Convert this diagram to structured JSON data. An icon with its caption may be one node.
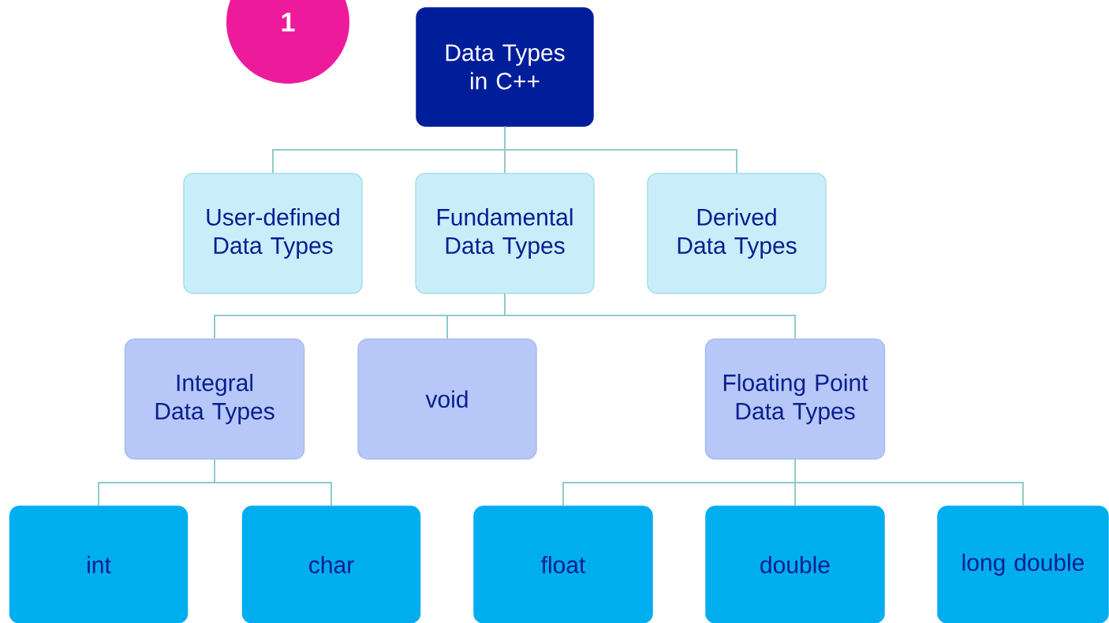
{
  "diagram": {
    "nodes": [
      {
        "text": [
          "Data Types in C++"
        ]
      },
      {
        "text": [
          "User-defined Data Types"
        ]
      },
      {
        "text": [
          "Fundamental Data Types"
        ]
      },
      {
        "text": [
          "Derived Data Types"
        ]
      },
      {
        "text": [
          "Integral Data Types"
        ]
      },
      {
        "text": [
          "void"
        ]
      },
      {
        "text": [
          "Floating Point Data Types"
        ]
      },
      {
        "text": [
          "int"
        ]
      },
      {
        "text": [
          "char"
        ]
      },
      {
        "text": [
          "float"
        ]
      },
      {
        "text": [
          "double"
        ]
      },
      {
        "text": [
          "long double"
        ]
      }
    ],
    "edges": [
      {
        "from": 0,
        "to": 1,
        "arrow": "none"
      },
      {
        "from": 0,
        "to": 2,
        "arrow": "none"
      },
      {
        "from": 0,
        "to": 3,
        "arrow": "none"
      },
      {
        "from": 2,
        "to": 4,
        "arrow": "none"
      },
      {
        "from": 2,
        "to": 5,
        "arrow": "none"
      },
      {
        "from": 2,
        "to": 6,
        "arrow": "none"
      },
      {
        "from": 4,
        "to": 7,
        "arrow": "none"
      },
      {
        "from": 4,
        "to": 8,
        "arrow": "none"
      },
      {
        "from": 6,
        "to": 9,
        "arrow": "none"
      },
      {
        "from": 6,
        "to": 10,
        "arrow": "none"
      },
      {
        "from": 6,
        "to": 11,
        "arrow": "none"
      }
    ],
    "labels": [
      "1"
    ]
  }
}
